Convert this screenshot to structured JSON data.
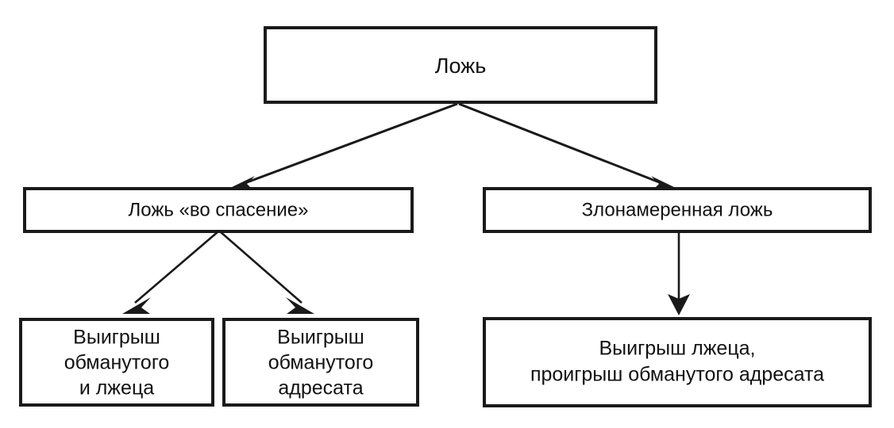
{
  "diagram": {
    "type": "tree",
    "title_text": "Ложь",
    "background_color": "#ffffff",
    "line_color": "#1a1a1a",
    "text_color": "#111111",
    "nodes": {
      "root": {
        "id": "root",
        "label": "Ложь",
        "lines": [
          "Ложь"
        ],
        "level": 0
      },
      "white_lie": {
        "id": "white_lie",
        "label": "Ложь «во спасение»",
        "lines": [
          "Ложь «во спасение»"
        ],
        "level": 1
      },
      "malicious_lie": {
        "id": "malicious_lie",
        "label": "Злонамеренная ложь",
        "lines": [
          "Злонамеренная ложь"
        ],
        "level": 1
      },
      "gain_both": {
        "id": "gain_both",
        "label": "Выигрыш обманутого и лжеца",
        "lines": [
          "Выигрыш",
          "обманутого",
          "и лжеца"
        ],
        "level": 2
      },
      "gain_addressee": {
        "id": "gain_addressee",
        "label": "Выигрыш обманутого адресата",
        "lines": [
          "Выигрыш",
          "обманутого",
          "адресата"
        ],
        "level": 2
      },
      "gain_liar": {
        "id": "gain_liar",
        "label": "Выигрыш лжеца, проигрыш обманутого адресата",
        "lines": [
          "Выигрыш лжеца,",
          "проигрыш обманутого адресата"
        ],
        "level": 2
      }
    },
    "edges": [
      {
        "id": "root-to-white-lie",
        "from": "root",
        "to": "white_lie",
        "style": "diagonal-left"
      },
      {
        "id": "root-to-malicious-lie",
        "from": "root",
        "to": "malicious_lie",
        "style": "diagonal-right"
      },
      {
        "id": "white-lie-to-gain-both",
        "from": "white_lie",
        "to": "gain_both",
        "style": "diagonal-left"
      },
      {
        "id": "white-lie-to-gain-addressee",
        "from": "white_lie",
        "to": "gain_addressee",
        "style": "diagonal-right"
      },
      {
        "id": "malicious-lie-to-gain-liar",
        "from": "malicious_lie",
        "to": "gain_liar",
        "style": "vertical"
      }
    ]
  }
}
